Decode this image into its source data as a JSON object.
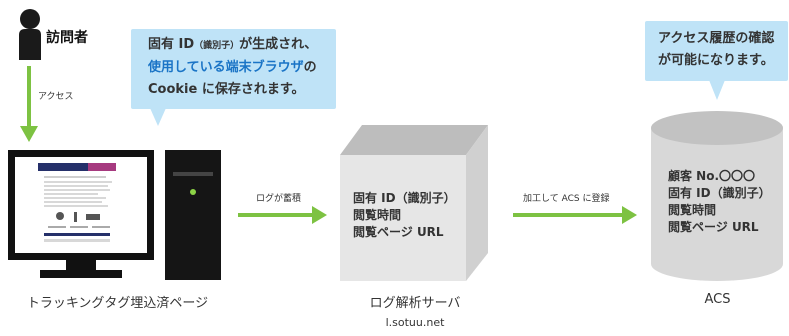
{
  "visitor": {
    "label": "訪問者",
    "access_label": "アクセス"
  },
  "bubble_left": {
    "line1_a": "固有 ID",
    "line1_small": "（識別子）",
    "line1_b": "が生成され、",
    "line2_hl": "使用している端末ブラウザ",
    "line2_b": "の",
    "line3": "Cookie に保存されます。"
  },
  "bubble_right": {
    "line1": "アクセス履歴の確認",
    "line2": "が可能になります。"
  },
  "arrows": {
    "log_accumulate": "ログが蓄積",
    "process_register": "加工して ACS に登録"
  },
  "server_box": {
    "line1": "固有 ID（識別子）",
    "line2": "閲覧時間",
    "line3": "閲覧ページ URL"
  },
  "cylinder": {
    "line1": "顧客 No.〇〇〇",
    "line2": "固有 ID（識別子）",
    "line3": "閲覧時間",
    "line4": "閲覧ページ URL"
  },
  "captions": {
    "left": "トラッキングタグ埋込済ページ",
    "middle": "ログ解析サーバ",
    "right": "ACS",
    "credit": "l.sotuu.net"
  },
  "colors": {
    "arrow_green": "#7dc242",
    "bubble_blue": "#bfe3f7",
    "highlight_blue": "#1a74c6",
    "dark": "#1a1a1a"
  }
}
